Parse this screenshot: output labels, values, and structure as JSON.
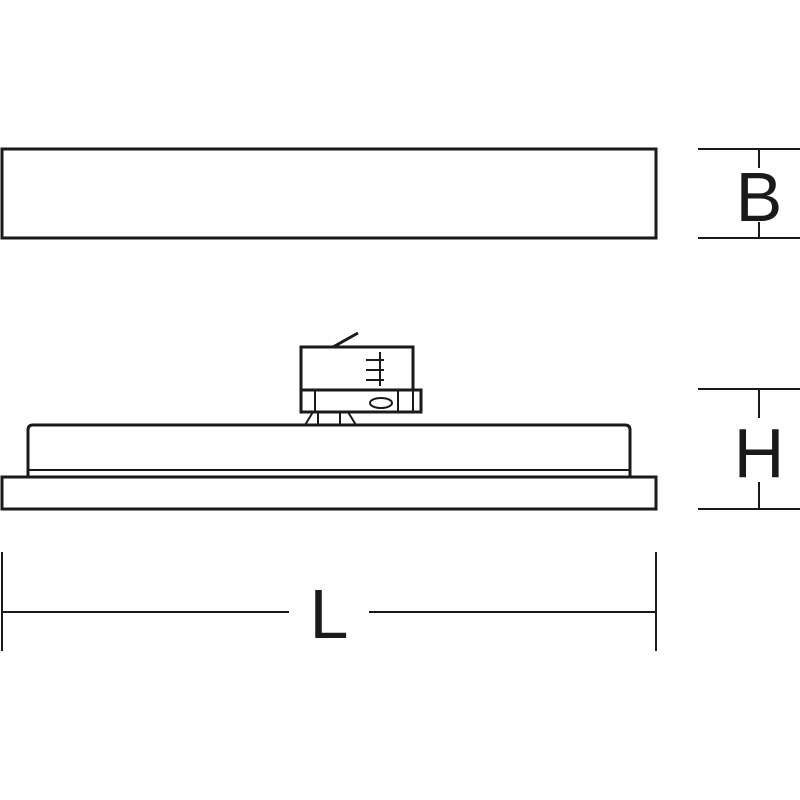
{
  "dimensions": {
    "width_label": "B",
    "height_label": "H",
    "length_label": "L"
  },
  "colors": {
    "line": "#1a1a1a",
    "background": "#ffffff"
  }
}
